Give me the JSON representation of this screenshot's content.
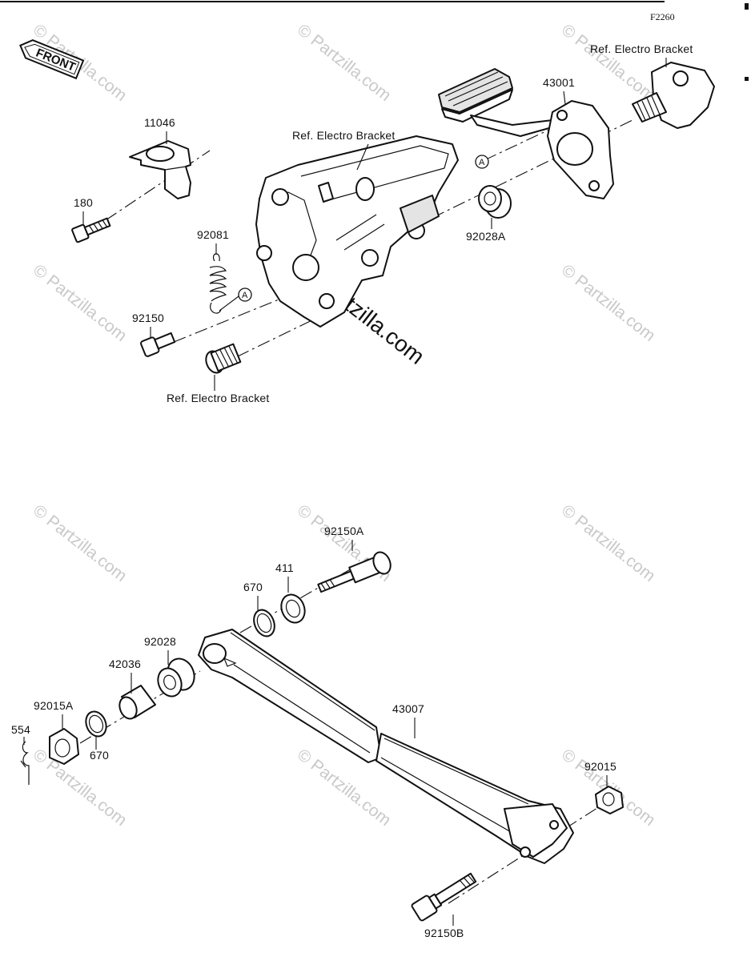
{
  "diagram": {
    "figure_code": "F2260",
    "front_label": "FRONT",
    "watermark": "© Partzilla.com",
    "circle_marker": "A",
    "parts": {
      "p11046": "11046",
      "p180": "180",
      "p92081": "92081",
      "p92150": "92150",
      "p43001": "43001",
      "p92028A": "92028A",
      "p92150A": "92150A",
      "p411": "411",
      "p670a": "670",
      "p92028": "92028",
      "p42036": "42036",
      "p92015A": "92015A",
      "p554": "554",
      "p670b": "670",
      "p43007": "43007",
      "p92015": "92015",
      "p92150B": "92150B"
    },
    "refs": {
      "ref_bracket_top_right": "Ref. Electro Bracket",
      "ref_bracket_center": "Ref. Electro Bracket",
      "ref_bracket_bottom": "Ref. Electro Bracket"
    }
  }
}
